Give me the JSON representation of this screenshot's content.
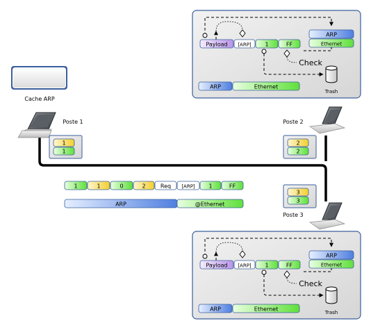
{
  "cache_label": "Cache ARP",
  "posts": {
    "p1": {
      "label": "Poste 1",
      "top": "1",
      "bottom": "1"
    },
    "p2": {
      "label": "Poste 2",
      "top": "2",
      "bottom": "2"
    },
    "p3": {
      "label": "Poste 3",
      "top": "3",
      "bottom": "3"
    }
  },
  "frame": {
    "cells": [
      "1",
      "1",
      "0",
      "2",
      "Req",
      "[ARP]",
      "1",
      "FF"
    ],
    "bar_left": "ARP",
    "bar_right": "@Ethernet"
  },
  "panel": {
    "payload": "Payload",
    "arp_tag": "[ARP]",
    "one": "1",
    "ff": "FF",
    "stack_top": "ARP",
    "stack_bottom": "Ethernet",
    "check": "Check",
    "trash": "Trash",
    "bottom_left": "ARP",
    "bottom_right": "Ethernet"
  },
  "colors": {
    "yellow": "#f6d84a",
    "green": "#6fe64a",
    "blue": "#5f8ee6",
    "purple": "#c9a8ec",
    "panel_bg": "#e0e0e0",
    "panel_border": "#3a5f9c",
    "cell_border": "#3a5f9c",
    "bus": "#000000"
  }
}
